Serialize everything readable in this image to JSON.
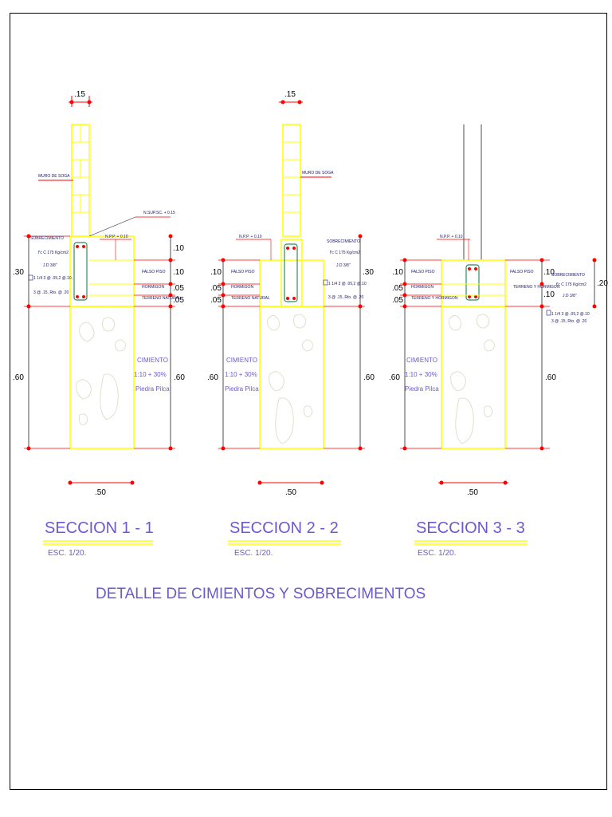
{
  "title": "DETALLE DE CIMIENTOS Y  SOBRECIMENTOS",
  "colors": {
    "yellow": "#ffff00",
    "red": "#ff0000",
    "text": "#6a5acd",
    "steel": "#2e8b57"
  },
  "sections": [
    {
      "title": "SECCION 1 - 1",
      "scale": "ESC. 1/20.",
      "dims": {
        "top_width": ".15",
        "base_width": ".50",
        "sobre_h": ".30",
        "cim_h_left": ".60",
        "cim_h_right": ".60",
        "r1": ".10",
        "r2": ".10",
        "r3": ".05",
        "r4": ".05"
      },
      "labels": {
        "muro": "MURO DE SOGA",
        "nsup": "N.SUP.SC. + 0.15",
        "npp": "N.P.P. + 0.10",
        "sobre": "SOBRECIMIENTO",
        "fc": "f'c C 175 Kg/cm2",
        "j": "J.D 3/8\"",
        "estr": "1 1/4 3 @ .05,2 @.10,",
        "estr2": "3 @ .15, Rto. @ .20",
        "falso": "FALSO PISO",
        "horm": "HORMIGON",
        "terreno": "TERRENO NATURAL",
        "cim1": "CIMIENTO",
        "cim2": "1:10 + 30%",
        "cim3": "Piedra Pilca"
      }
    },
    {
      "title": "SECCION 2 - 2",
      "scale": "ESC. 1/20.",
      "dims": {
        "top_width": ".15",
        "base_width": ".50",
        "sobre_h": ".30",
        "cim_h_left": ".60",
        "cim_h_right": ".60",
        "l1": ".10",
        "l2": ".05",
        "l3": ".05"
      },
      "labels": {
        "muro": "MURO DE SOGA",
        "npp": "N.P.P. + 0.10",
        "sobre": "SOBRECIMIENTO",
        "fc": "f'c C 175 Kg/cm2",
        "j": "J.D 3/8\"",
        "estr": "1 1/4 3 @ .05,2 @.10",
        "estr2": "3 @ .15, Rto. @ .20",
        "falso": "FALSO PISO",
        "horm": "HORMIGON",
        "terreno": "TERRENO NATURAL",
        "cim1": "CIMIENTO",
        "cim2": "1:10 + 30%",
        "cim3": "Piedra Pilca"
      }
    },
    {
      "title": "SECCION 3 - 3",
      "scale": "ESC. 1/20.",
      "dims": {
        "base_width": ".50",
        "cim_h_left": ".60",
        "cim_h_right": ".60",
        "l1": ".10",
        "l2": ".05",
        "l3": ".05",
        "r1": ".10",
        "r2": ".10",
        "r_sobre": ".20"
      },
      "labels": {
        "npp": "N.P.P. + 0.10",
        "sobre": "SOBRECIMIENTO",
        "fc": "f'c C 175 Kg/cm2",
        "j": "J.D 3/8\"",
        "estr": "1 1/4 3 @ .05,2 @.10",
        "estr2": "3 @ .15, Rto. @ .20",
        "falso": "FALSO PISO",
        "horm": "HORMIGON",
        "terreno": "TERRENO Y HORMIGON",
        "cim1": "CIMIENTO",
        "cim2": "1:10 + 30%",
        "cim3": "Piedra Pilca"
      }
    }
  ]
}
